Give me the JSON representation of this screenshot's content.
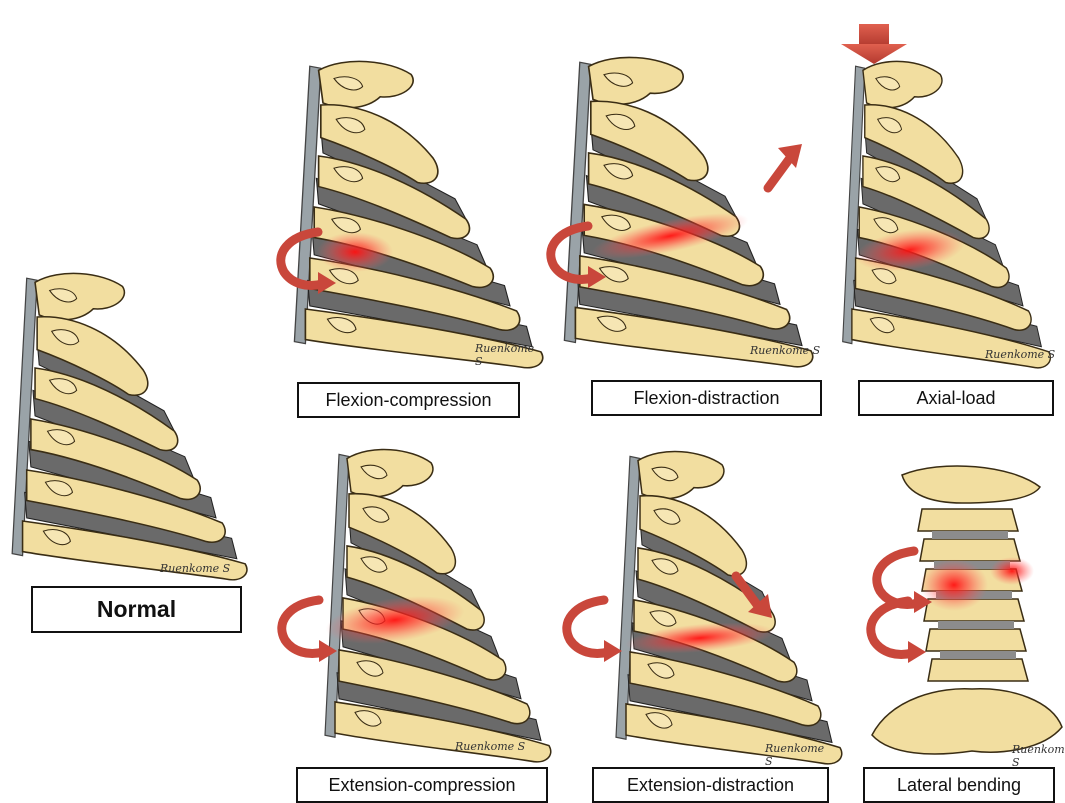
{
  "labels": {
    "normal": "Normal",
    "flexion_compression": "Flexion-compression",
    "flexion_distraction": "Flexion-distraction",
    "axial_load": "Axial-load",
    "extension_compression": "Extension-compression",
    "extension_distraction": "Extension-distraction",
    "lateral_bending": "Lateral bending"
  },
  "signature": "Ruenkome S",
  "colors": {
    "bone": "#f2dea0",
    "bone_outline": "#3a2d14",
    "disc": "#6a6a6a",
    "ligament": "#9aa3a8",
    "injury": "#e8202a",
    "arrow": "#c9473b"
  },
  "icons": {
    "rotation_arrow": "curved-arrow-icon",
    "force_arrow": "down-arrow-icon",
    "distraction_arrow": "straight-arrow-icon"
  }
}
